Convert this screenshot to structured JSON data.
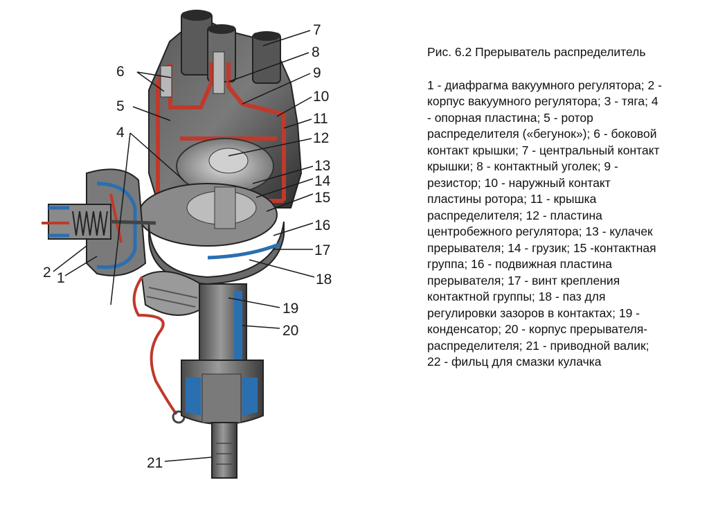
{
  "caption": {
    "title": "Рис. 6.2 Прерыватель распределитель",
    "legend": "1 - диафрагма вакуумного регулятора; 2 - корпус вакуумного регулятора; 3 - тяга; 4 - опорная пластина; 5 - ротор распределителя («бегунок»); 6 - боковой контакт крышки; 7 - центральный контакт крышки; 8 - контактный уголек; 9 - резистор; 10 - наружный контакт пластины ротора; 11 - крышка распределителя; 12 - пластина центробежного регулятора; 13 - кулачек прерывателя; 14 - грузик; 15 -контактная группа; 16 - подвижная пластина прерывателя; 17 - винт крепления контактной группы; 18 - паз для регулировки зазоров в контактах; 19 - конденсатор; 20 - корпус прерывателя-распределителя; 21 - приводной валик; 22 - фильц для смазки кулачка"
  },
  "callouts": {
    "n1": "1",
    "n2": "2",
    "n4": "4",
    "n5": "5",
    "n6": "6",
    "n7": "7",
    "n8": "8",
    "n9": "9",
    "n10": "10",
    "n11": "11",
    "n12": "12",
    "n13": "13",
    "n14": "14",
    "n15": "15",
    "n16": "16",
    "n17": "17",
    "n18": "18",
    "n19": "19",
    "n20": "20",
    "n21": "21"
  },
  "colors": {
    "body_dark": "#3a3a3a",
    "body_mid": "#6e6e6e",
    "body_light": "#a8a8a8",
    "section_red": "#c0392b",
    "section_blue": "#2a6fb0",
    "wire_red": "#c0392b"
  }
}
